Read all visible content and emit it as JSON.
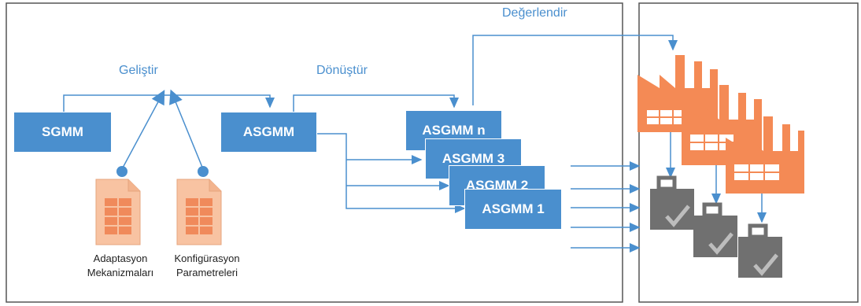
{
  "colors": {
    "accent": "#4a8fce",
    "box_fill": "#4a8fce",
    "factory": "#f48a55",
    "document": "#f8c3a2",
    "briefcase": "#707070",
    "frame": "#555555"
  },
  "labels": {
    "gelistir": "Geliştir",
    "donustur": "Dönüştür",
    "degerlendir": "Değerlendir"
  },
  "boxes": {
    "sgmm": "SGMM",
    "asgmm": "ASGMM",
    "asgmm_n": "ASGMM n",
    "asgmm_3": "ASGMM 3",
    "asgmm_2": "ASGMM 2",
    "asgmm_1": "ASGMM 1"
  },
  "documents": {
    "doc1_line1": "Adaptasyon",
    "doc1_line2": "Mekanizmaları",
    "doc2_line1": "Konfigürasyon",
    "doc2_line2": "Parametreleri"
  },
  "icons": [
    "document-icon",
    "factory-icon",
    "briefcase-icon",
    "checkmark-icon"
  ]
}
